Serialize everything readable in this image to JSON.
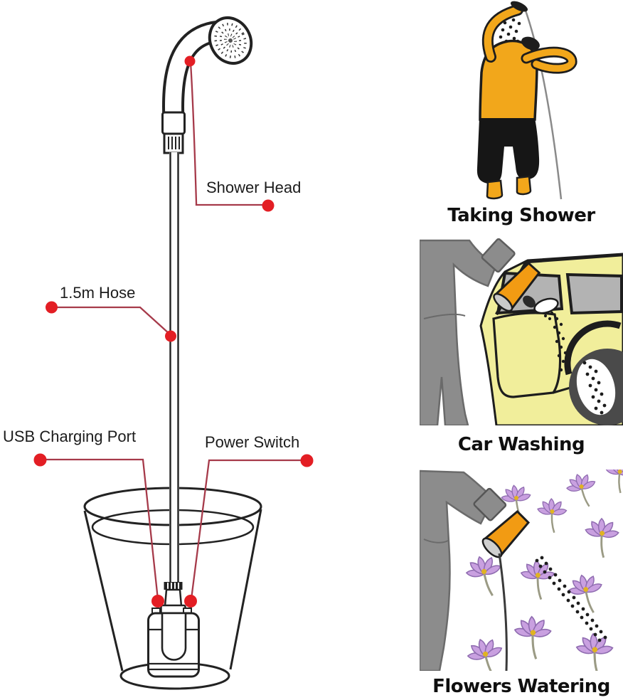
{
  "diagram": {
    "labels": {
      "shower_head": "Shower Head",
      "hose": "1.5m Hose",
      "usb_port": "USB Charging Port",
      "power_switch": "Power Switch"
    }
  },
  "panels": [
    {
      "id": "taking-shower",
      "caption": "Taking Shower"
    },
    {
      "id": "car-washing",
      "caption": "Car Washing"
    },
    {
      "id": "flowers-watering",
      "caption": "Flowers Watering"
    }
  ],
  "colors": {
    "annotation_dot": "#e31e24",
    "annotation_line": "#a63a4a",
    "line_black": "#1f1f1f",
    "skin_yellow": "#F2A71B",
    "shorts_black": "#161616",
    "figure_gray": "#8C8C8C",
    "car_yellow": "#F1EE9B",
    "window_gray": "#B3B3B3",
    "wheel_dark": "#4a4a4a",
    "showerhead_orange": "#F29B13",
    "flower_purple": "#C9A0E0",
    "flower_center": "#E0B322"
  }
}
